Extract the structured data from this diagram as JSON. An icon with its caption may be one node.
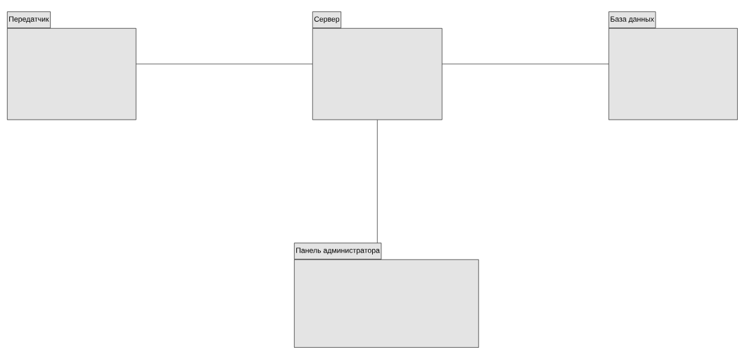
{
  "diagram": {
    "nodes": [
      {
        "text": [
          "Передатчик"
        ]
      },
      {
        "text": [
          "Сервер"
        ]
      },
      {
        "text": [
          "База данных"
        ]
      },
      {
        "text": [
          "Панель администратора"
        ]
      }
    ],
    "edges": [
      {
        "from": 0,
        "to": 1,
        "arrow": "none"
      },
      {
        "from": 1,
        "to": 2,
        "arrow": "none"
      },
      {
        "from": 1,
        "to": 3,
        "arrow": "none"
      }
    ]
  }
}
